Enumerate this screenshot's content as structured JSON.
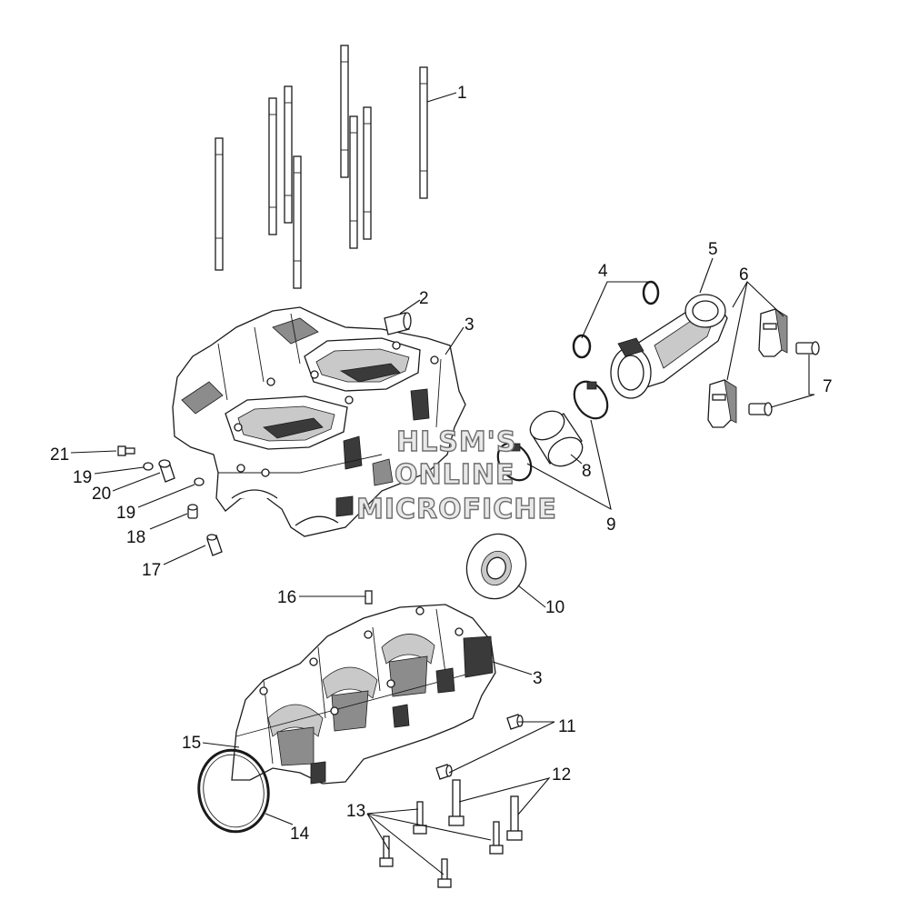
{
  "watermark": {
    "line1": "HLSM'S",
    "line2": "ONLINE",
    "line3": "MICROFICHE"
  },
  "callouts": [
    {
      "id": "1",
      "label": "1"
    },
    {
      "id": "2",
      "label": "2"
    },
    {
      "id": "3a",
      "label": "3"
    },
    {
      "id": "3b",
      "label": "3"
    },
    {
      "id": "4",
      "label": "4"
    },
    {
      "id": "5",
      "label": "5"
    },
    {
      "id": "6",
      "label": "6"
    },
    {
      "id": "7",
      "label": "7"
    },
    {
      "id": "8",
      "label": "8"
    },
    {
      "id": "9",
      "label": "9"
    },
    {
      "id": "10",
      "label": "10"
    },
    {
      "id": "11",
      "label": "11"
    },
    {
      "id": "12",
      "label": "12"
    },
    {
      "id": "13",
      "label": "13"
    },
    {
      "id": "14",
      "label": "14"
    },
    {
      "id": "15",
      "label": "15"
    },
    {
      "id": "16",
      "label": "16"
    },
    {
      "id": "17",
      "label": "17"
    },
    {
      "id": "18",
      "label": "18"
    },
    {
      "id": "19a",
      "label": "19"
    },
    {
      "id": "19b",
      "label": "19"
    },
    {
      "id": "20",
      "label": "20"
    },
    {
      "id": "21",
      "label": "21"
    }
  ]
}
